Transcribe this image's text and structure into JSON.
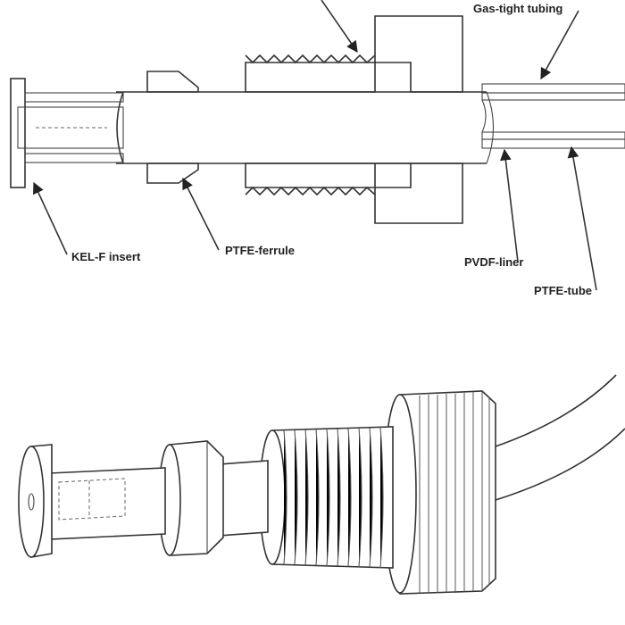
{
  "labels": {
    "gas_tight_tubing": "Gas-tight tubing",
    "kel_f_insert": "KEL-F insert",
    "ptfe_ferrule": "PTFE-ferrule",
    "pvdf_liner": "PVDF-liner",
    "ptfe_tube": "PTFE-tube"
  },
  "colors": {
    "line": "#333333",
    "background": "#ffffff"
  }
}
